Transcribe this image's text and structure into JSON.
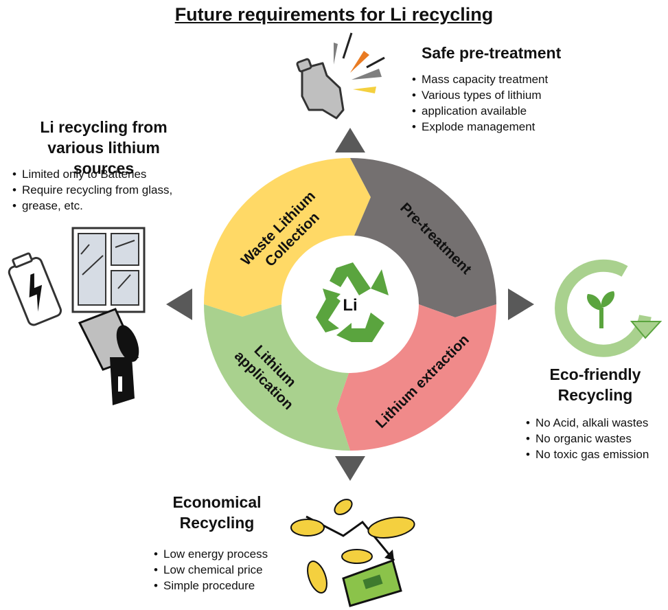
{
  "title": "Future requirements for Li recycling",
  "center_label": "Li",
  "cycle": {
    "waste": {
      "line1": "Waste Lithium",
      "line2": "Collection",
      "color": "#ffd966"
    },
    "pretreatment": {
      "label": "Pre-treatment",
      "color": "#747070"
    },
    "extraction": {
      "label": "Lithium extraction",
      "color": "#f08a8a"
    },
    "application": {
      "line1": "Lithium",
      "line2": "application",
      "color": "#a9d18e"
    }
  },
  "top": {
    "heading": "Safe pre-treatment",
    "bullets": [
      "Mass capacity treatment",
      "Various types of lithium",
      "application available",
      "Explode management"
    ]
  },
  "left": {
    "heading_line1": "Li recycling from",
    "heading_line2": "various lithium sources",
    "bullets": [
      "Limited only to Batteries",
      "Require recycling from glass,",
      "grease, etc."
    ]
  },
  "right": {
    "heading_line1": "Eco-friendly",
    "heading_line2": "Recycling",
    "bullets": [
      "No Acid, alkali wastes",
      "No organic wastes",
      "No toxic gas emission"
    ]
  },
  "bottom": {
    "heading_line1": "Economical",
    "heading_line2": "Recycling",
    "bullets": [
      "Low energy process",
      "Low chemical price",
      "Simple procedure"
    ]
  }
}
